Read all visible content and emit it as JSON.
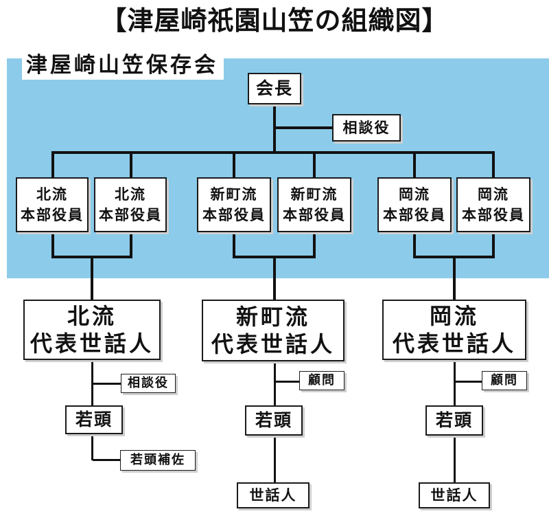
{
  "title": "【津屋崎祇園山笠の組織図】",
  "organization": "津屋崎山笠保存会",
  "chairman": "会長",
  "top_advisor": "相談役",
  "officers": [
    {
      "line1": "北流",
      "line2": "本部役員"
    },
    {
      "line1": "北流",
      "line2": "本部役員"
    },
    {
      "line1": "新町流",
      "line2": "本部役員"
    },
    {
      "line1": "新町流",
      "line2": "本部役員"
    },
    {
      "line1": "岡流",
      "line2": "本部役員"
    },
    {
      "line1": "岡流",
      "line2": "本部役員"
    }
  ],
  "groups": [
    {
      "line1": "北流",
      "line2": "代表世話人",
      "side": "相談役",
      "leader": "若頭",
      "bottom_side": "若頭補佐"
    },
    {
      "line1": "新町流",
      "line2": "代表世話人",
      "side": "顧問",
      "leader": "若頭",
      "bottom": "世話人"
    },
    {
      "line1": "岡流",
      "line2": "代表世話人",
      "side": "顧問",
      "leader": "若頭",
      "bottom": "世話人"
    }
  ],
  "colors": {
    "panel": "#8ccbea",
    "line": "#111111",
    "box_border": "#1a1a1a"
  }
}
